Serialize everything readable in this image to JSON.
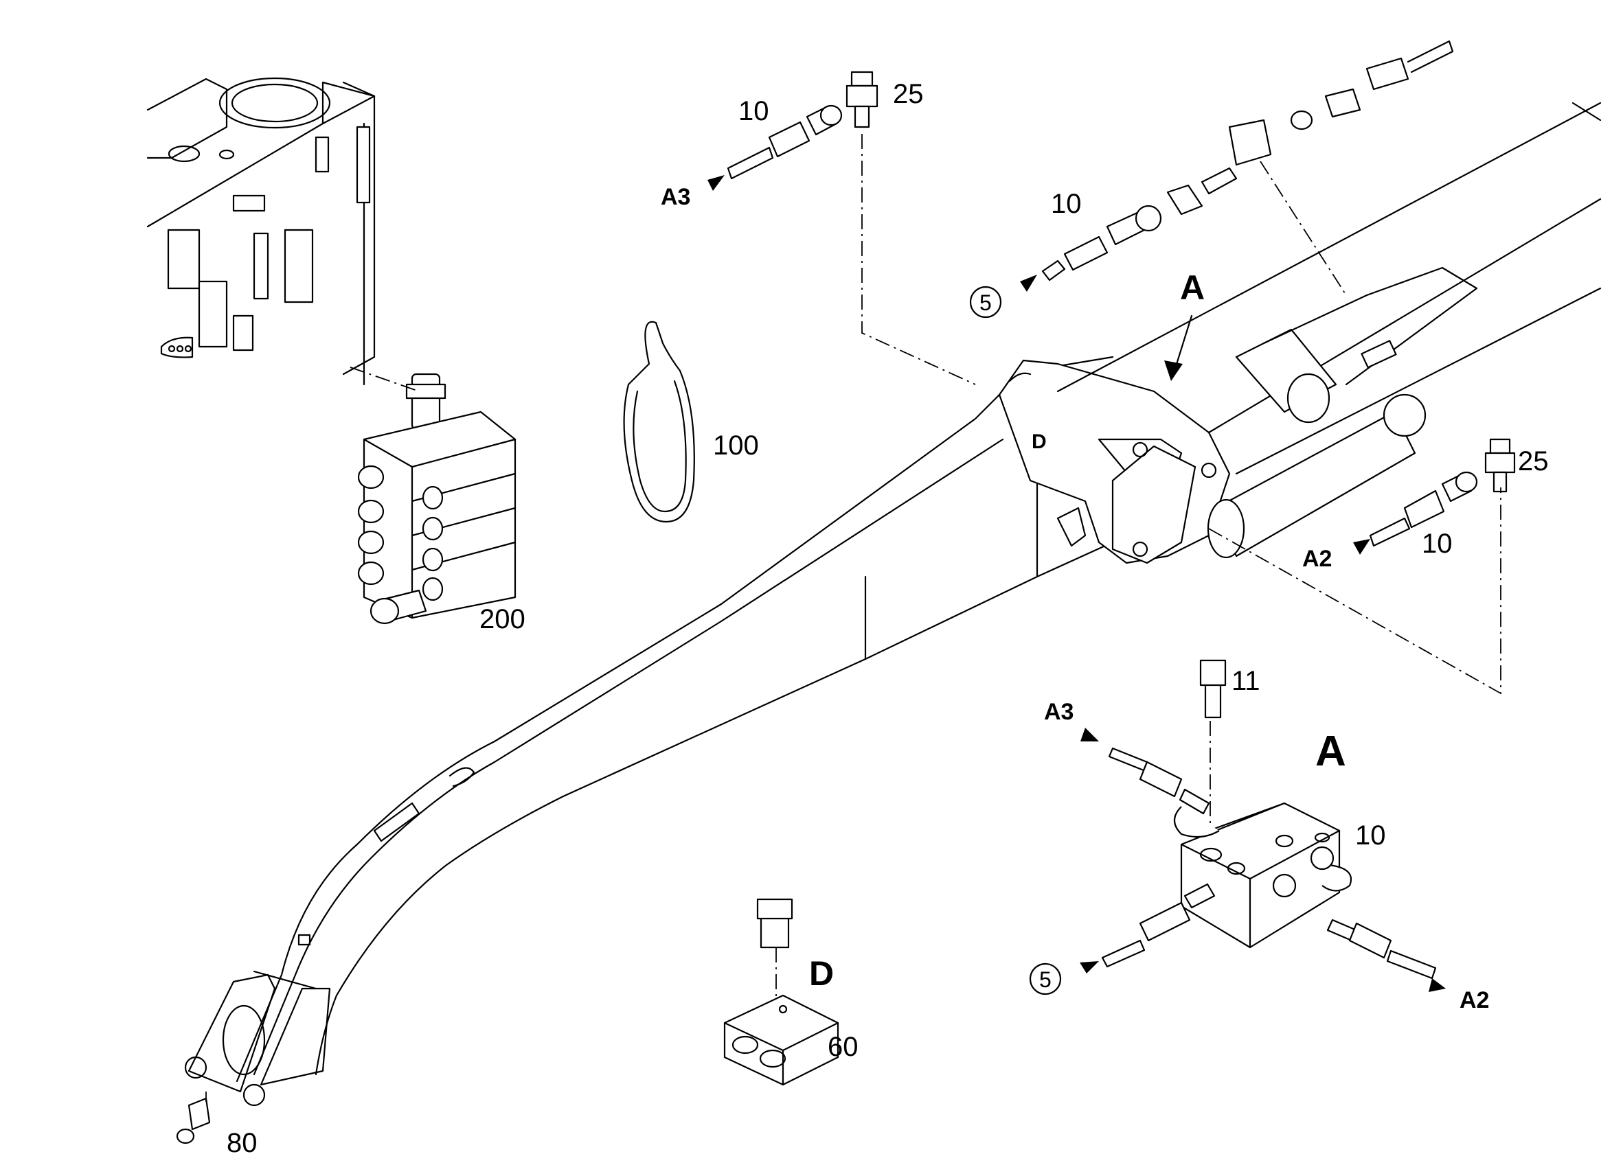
{
  "callouts": {
    "p10_top": "10",
    "p25_top": "25",
    "p10_mid": "10",
    "p5_mid": "5",
    "p100": "100",
    "p200": "200",
    "p25_right": "25",
    "p10_right": "10",
    "p11": "11",
    "p10_block": "10",
    "p5_block": "5",
    "p60": "60",
    "p80": "80"
  },
  "port_labels": {
    "a3_top": "A3",
    "a2_right": "A2",
    "a3_detail": "A3",
    "a2_detail": "A2"
  },
  "detail_labels": {
    "view_a_marker": "A",
    "detail_a_title": "A",
    "detail_d_title": "D",
    "d_marker_on_boom": "D"
  }
}
